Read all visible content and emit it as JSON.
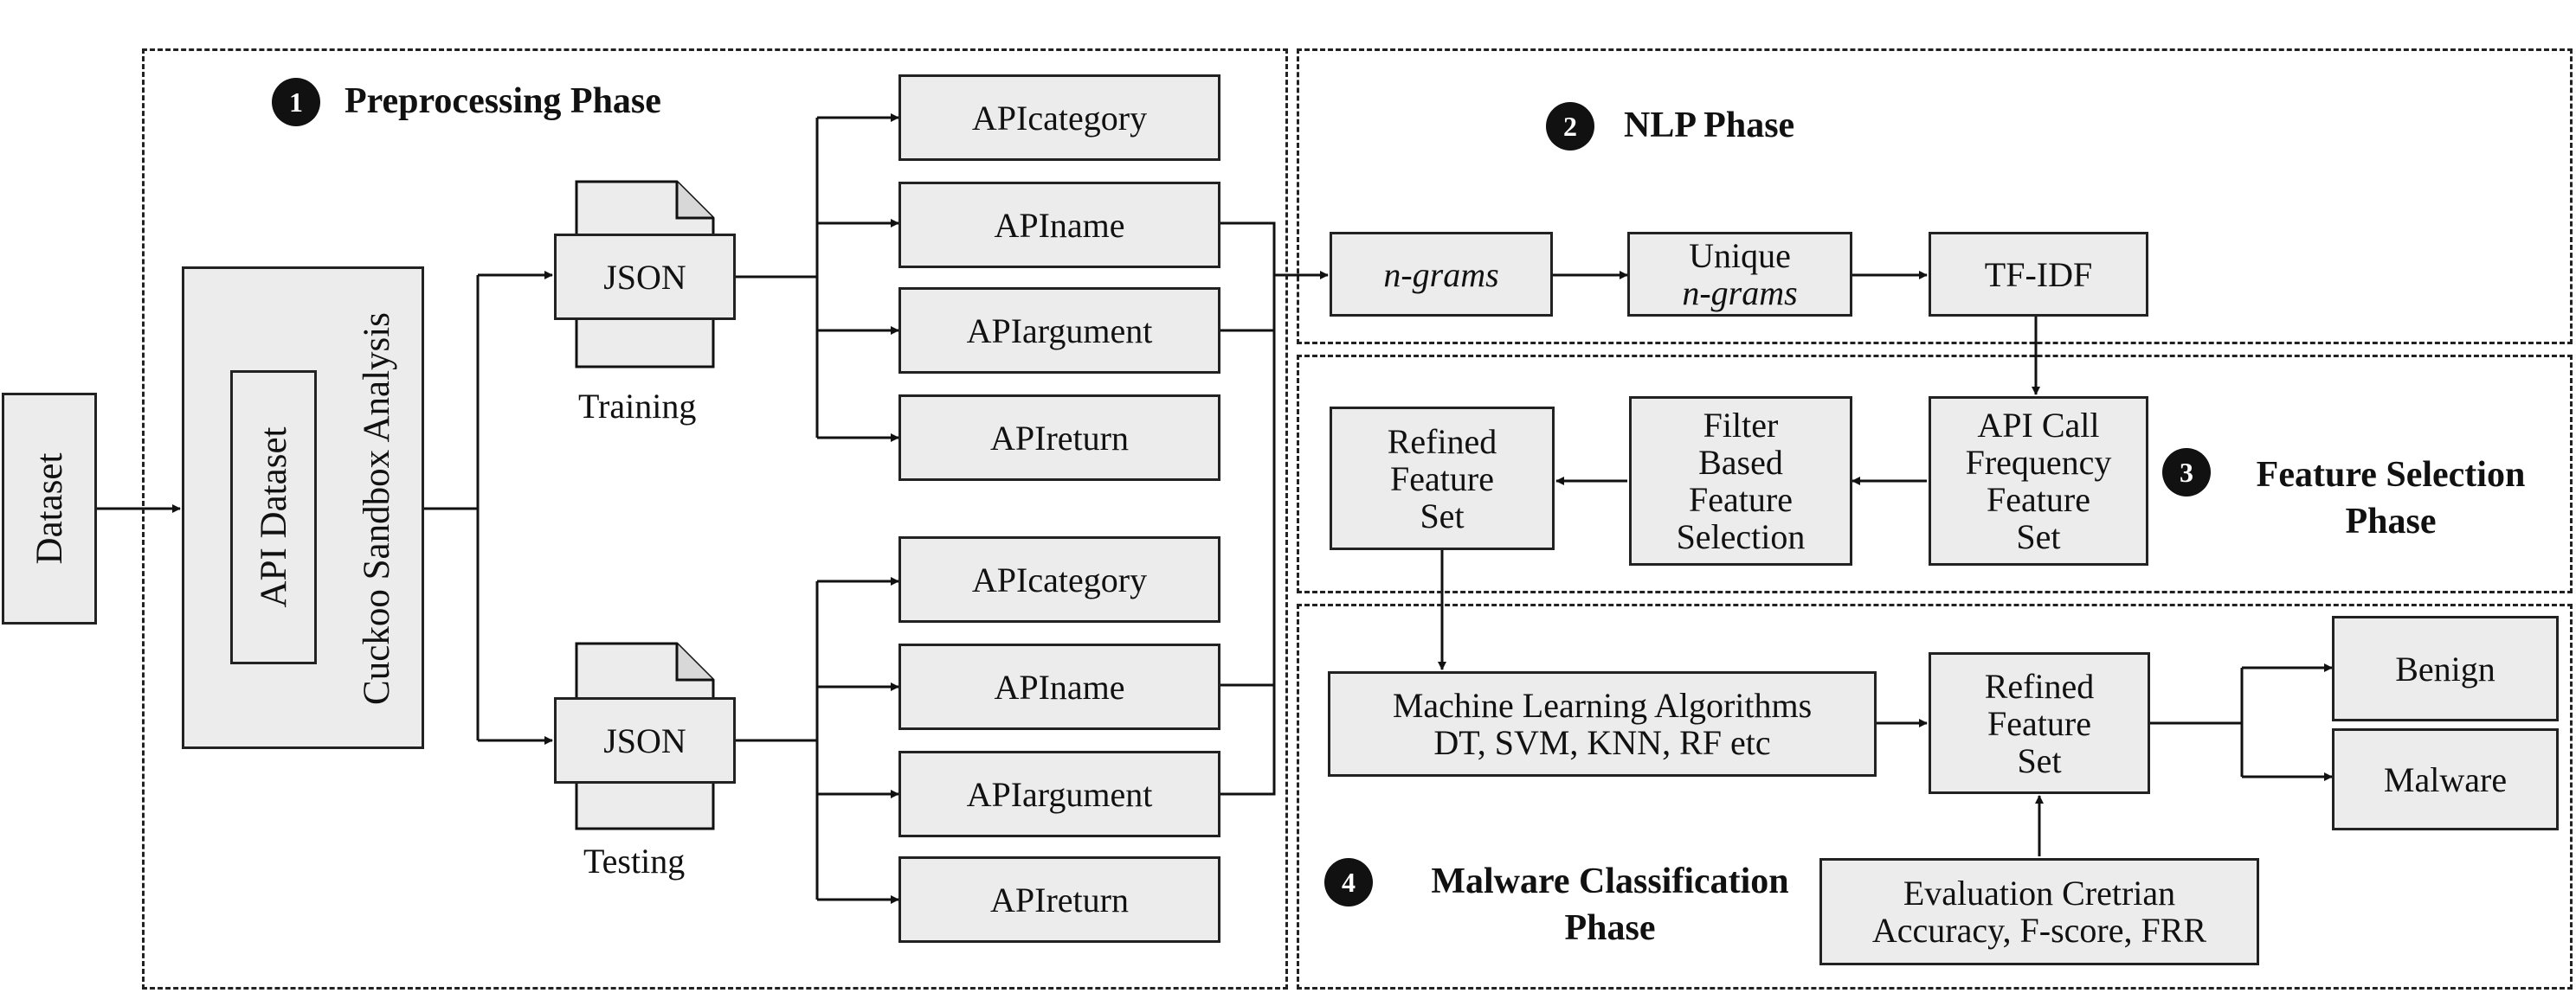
{
  "phases": {
    "preprocessing": {
      "number": "1",
      "title": "Preprocessing Phase"
    },
    "nlp": {
      "number": "2",
      "title": "NLP Phase"
    },
    "feature_selection": {
      "number": "3",
      "title": "Feature Selection\nPhase"
    },
    "classification": {
      "number": "4",
      "title": "Malware Classification\nPhase"
    }
  },
  "dataset": "Dataset",
  "cuckoo": "Cuckoo Sandbox Analysis",
  "api_dataset": "API Dataset",
  "training": {
    "json": "JSON",
    "label": "Training",
    "fields": [
      "APIcategory",
      "APIname",
      "APIargument",
      "APIreturn"
    ]
  },
  "testing": {
    "json": "JSON",
    "label": "Testing",
    "fields": [
      "APIcategory",
      "APIname",
      "APIargument",
      "APIreturn"
    ]
  },
  "nlp": {
    "ngrams": "n-grams",
    "unique_line1": "Unique",
    "unique_line2": "n-grams",
    "tfidf": "TF-IDF"
  },
  "fs": {
    "api_call": "API Call\nFrequency\nFeature\nSet",
    "filter": "Filter\nBased\nFeature\nSelection",
    "refined": "Refined\nFeature\nSet"
  },
  "mc": {
    "ml": "Machine Learning Algorithms\nDT, SVM, KNN, RF etc",
    "refined": "Refined\nFeature\nSet",
    "eval": "Evaluation Cretrian\nAccuracy, F-score, FRR",
    "benign": "Benign",
    "malware": "Malware"
  }
}
